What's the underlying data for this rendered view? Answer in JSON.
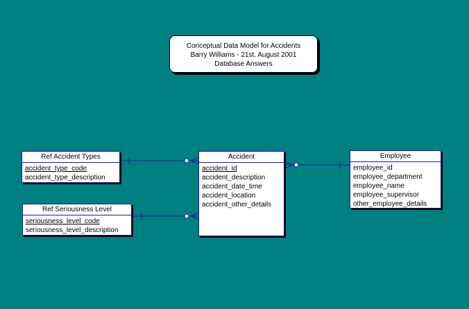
{
  "title": {
    "line1": "Conceptual Data Model for Accidents",
    "line2": "Barry Williams - 21st. August 2001",
    "line3": "Database Answers"
  },
  "entities": {
    "ref_accident_types": {
      "name": "Ref Accident Types",
      "attributes": [
        "accident_type_code",
        "accident_type_description"
      ]
    },
    "ref_seriousness_level": {
      "name": "Ref Seriousness Level",
      "attributes": [
        "seriousness_level_code",
        "seriousness_level_description"
      ]
    },
    "accident": {
      "name": "Accident",
      "attributes": [
        "accident_id",
        "accident_description",
        "accident_date_time",
        "accident_location",
        "accident_other_details"
      ]
    },
    "employee": {
      "name": "Employee",
      "attributes": [
        "employee_id",
        "employee_department",
        "employee_name",
        "employee_supervisor",
        "other_employee_details"
      ]
    }
  },
  "colors": {
    "background": "#008080",
    "line": "#1a1aa0",
    "box": "#ffffff"
  }
}
